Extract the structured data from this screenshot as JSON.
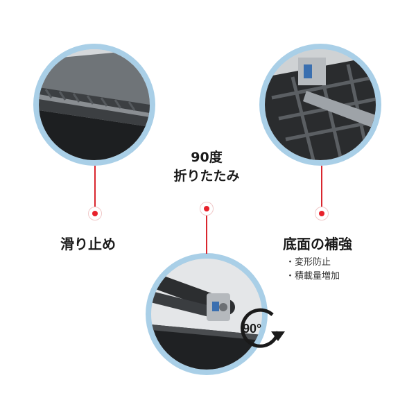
{
  "features": {
    "anti_slip": {
      "label": "滑り止め"
    },
    "fold": {
      "label_line1": "90度",
      "label_line2": "折りたたみ",
      "badge": "90°"
    },
    "reinforce": {
      "label": "底面の補強",
      "points": [
        "・変形防止",
        "・積載量増加"
      ]
    }
  },
  "colors": {
    "accent_red": "#e8212b",
    "circle_blue": "#a9cfe7"
  }
}
